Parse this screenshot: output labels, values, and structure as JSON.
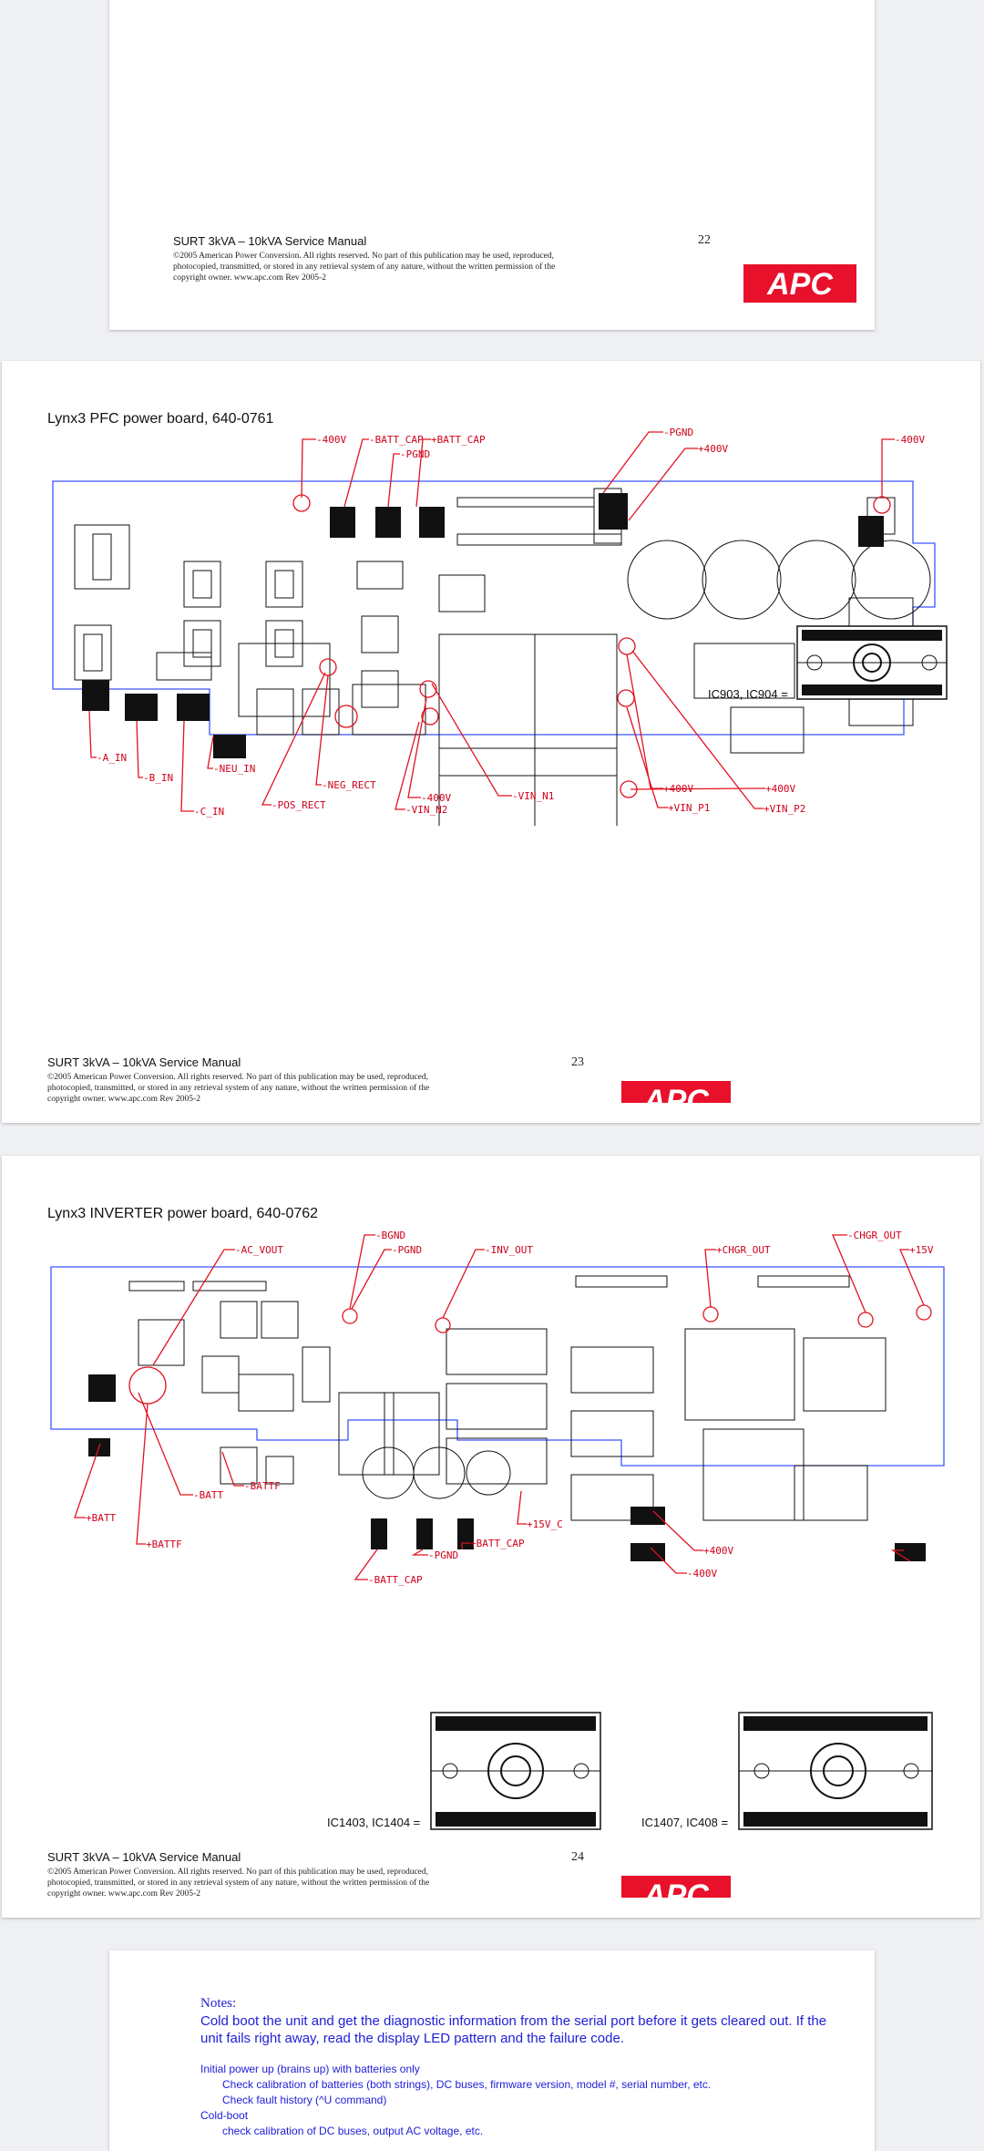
{
  "colors": {
    "label_red": "#d0021b",
    "board_outline": "#3a55ff",
    "notes_blue": "#2020d8",
    "apc_red": "#e8102a"
  },
  "manual_title": "SURT 3kVA – 10kVA Service Manual",
  "legal_line1": "©2005 American Power Conversion.  All rights reserved.  No part of this publication may be used, reproduced,",
  "legal_line2": "photocopied, transmitted, or stored in any retrieval system of any nature, without the written permission of the",
  "legal_line3": "copyright owner.  www.apc.com          Rev 2005-2",
  "logo_text": "APC",
  "page22": {
    "number": "22"
  },
  "page23": {
    "number": "23",
    "title": "Lynx3 PFC power board, 640-0761",
    "labels": [
      "-400V",
      "-BATT_CAP",
      "+BATT_CAP",
      "-PGND",
      "-PGND",
      "+400V",
      "-400V",
      "-A_IN",
      "-B_IN",
      "-C_IN",
      "-NEU_IN",
      "-NEG_RECT",
      "-POS_RECT",
      "-400V",
      "-VIN_N2",
      "-VIN_N1",
      "+400V",
      "+VIN_P1",
      "+400V",
      "+VIN_P2"
    ],
    "ic_caption": "IC903, IC904 ="
  },
  "page24": {
    "number": "24",
    "title": "Lynx3 INVERTER power board, 640-0762",
    "labels": [
      "-BGND",
      "-AC_VOUT",
      "-PGND",
      "-INV_OUT",
      "+CHGR_OUT",
      "-CHGR_OUT",
      "+15V",
      "+BATT",
      "-BATT",
      "-BATTF",
      "+BATTF",
      "+15V_C",
      "+BATT_CAP",
      "-PGND",
      "-BATT_CAP",
      "+400V",
      "-400V"
    ],
    "ic_caption_1": "IC1403, IC1404 =",
    "ic_caption_2": "IC1407, IC408 ="
  },
  "notes": {
    "heading": "Notes:",
    "intro": "Cold boot the unit and get the diagnostic information from the serial port before it gets cleared out. If the unit fails right away, read the display LED pattern and the failure code.",
    "item1": "Initial power up (brains up) with batteries only",
    "item1a": "Check calibration of batteries (both strings), DC buses, firmware version, model #, serial number, etc.",
    "item1b": "Check fault history (^U command)",
    "item2": "Cold-boot",
    "item2a": "check calibration of DC buses, output AC voltage, etc."
  }
}
